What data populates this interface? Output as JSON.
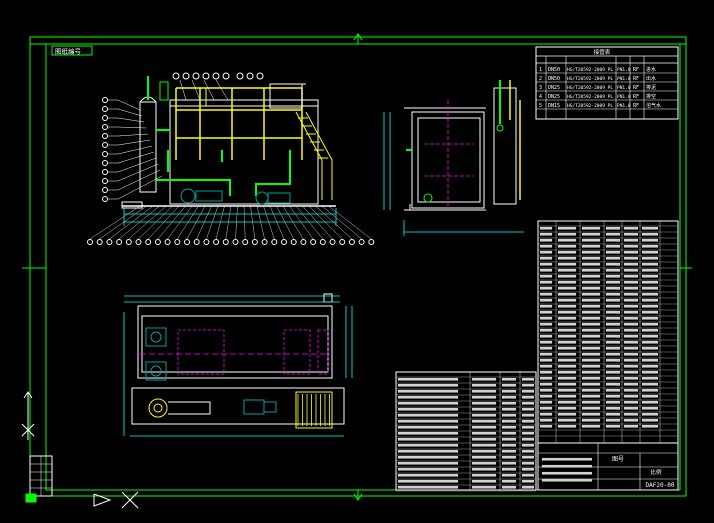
{
  "drawing": {
    "tag_label": "图纸编号",
    "drawing_code": "DAF20-00",
    "title_block_label": "图号",
    "scale_label": "比例"
  },
  "interface_table": {
    "header": "接管表",
    "rows": [
      {
        "no": "1",
        "size": "DN50",
        "std": "HG/T20592-2009 PL",
        "pn": "PN1.0",
        "face": "RF",
        "use": "进水"
      },
      {
        "no": "2",
        "size": "DN50",
        "std": "HG/T20592-2009 PL",
        "pn": "PN1.0",
        "face": "RF",
        "use": "出水"
      },
      {
        "no": "3",
        "size": "DN25",
        "std": "HG/T20592-2009 PL",
        "pn": "PN1.0",
        "face": "RF",
        "use": "排泥"
      },
      {
        "no": "4",
        "size": "DN25",
        "std": "HG/T20592-2009 PL",
        "pn": "PN1.0",
        "face": "RF",
        "use": "排空"
      },
      {
        "no": "5",
        "size": "DN15",
        "std": "HG/T20592-2009 PL",
        "pn": "PN1.0",
        "face": "RF",
        "use": "溶气水"
      }
    ]
  },
  "colors": {
    "frame": "#00ff00",
    "equipment": "#ffffff",
    "walkway": "#ffff00",
    "pipe": "#00ff00",
    "dimension": "#00ffff",
    "hidden": "#ff00ff",
    "pump": "#00a0a0"
  }
}
